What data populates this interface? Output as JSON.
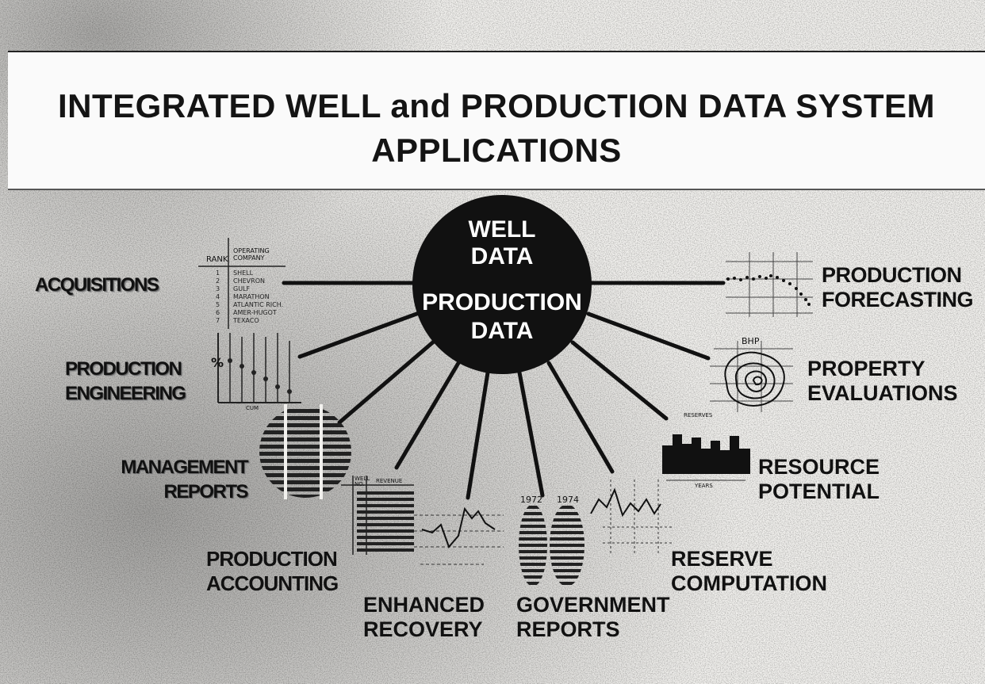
{
  "title": {
    "line1": "INTEGRATED WELL and PRODUCTION DATA SYSTEM",
    "line2": "APPLICATIONS"
  },
  "hub": {
    "line1": "WELL",
    "line2": "DATA",
    "line3": "PRODUCTION",
    "line4": "DATA"
  },
  "applications": {
    "acquisitions": {
      "line1": "ACQUISITIONS"
    },
    "production_engineering": {
      "line1": "PRODUCTION",
      "line2": "ENGINEERING"
    },
    "management_reports": {
      "line1": "MANAGEMENT",
      "line2": "REPORTS"
    },
    "production_accounting": {
      "line1": "PRODUCTION",
      "line2": "ACCOUNTING"
    },
    "enhanced_recovery": {
      "line1": "ENHANCED",
      "line2": "RECOVERY"
    },
    "government_reports": {
      "line1": "GOVERNMENT",
      "line2": "REPORTS"
    },
    "reserve_computation": {
      "line1": "RESERVE",
      "line2": "COMPUTATION"
    },
    "resource_potential": {
      "line1": "RESOURCE",
      "line2": "POTENTIAL"
    },
    "property_evaluations": {
      "line1": "PROPERTY",
      "line2": "EVALUATIONS"
    },
    "production_forecasting": {
      "line1": "PRODUCTION",
      "line2": "FORECASTING"
    }
  },
  "thumbnails": {
    "ranking_table": {
      "header_rank": "RANK",
      "header_company": "OPERATING COMPANY",
      "ranks": [
        "1",
        "2",
        "3",
        "4",
        "5",
        "6",
        "7"
      ],
      "companies": [
        "SHELL",
        "CHEVRON",
        "GULF",
        "MARATHON",
        "ATLANTIC RICH.",
        "AMER-HUGOT",
        "TEXACO"
      ]
    },
    "engineering_chart": {
      "y_label": "%",
      "x_label": "CUM"
    },
    "accounting_table": {
      "col1": "WELL NO.",
      "col2": "REVENUE"
    },
    "government_years": {
      "year1": "1972",
      "year2": "1974"
    },
    "property_contour": {
      "label": "BHP"
    },
    "resource_bars": {
      "top_label": "RESERVES",
      "bottom_label": "YEARS"
    }
  },
  "colors": {
    "hub": "#111111",
    "ink": "#111111",
    "paper": "#f4f3f1"
  }
}
